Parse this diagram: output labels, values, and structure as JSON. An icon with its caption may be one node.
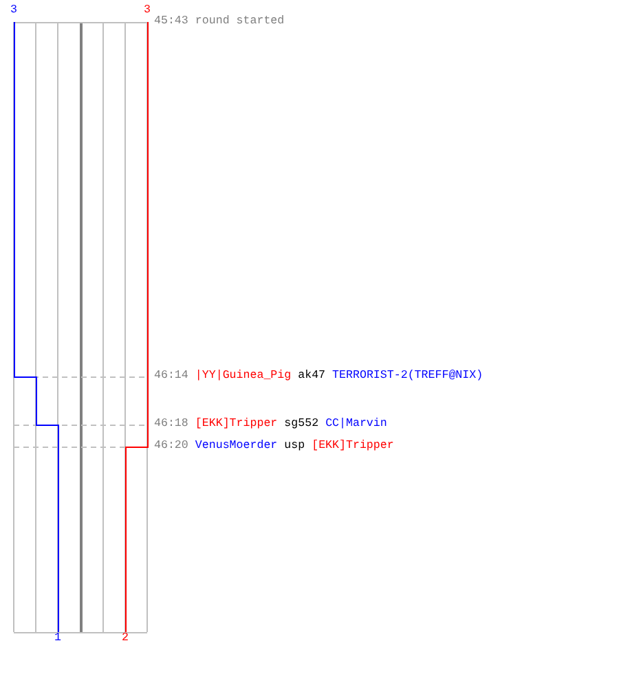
{
  "diagram": {
    "labels": [
      "3",
      "3",
      "45:43",
      "round started",
      "46:14",
      "|YY|Guinea_Pig",
      "ak47",
      "TERRORIST-2(TREFF@NIX)",
      "46:18",
      "[EKK]Tripper",
      "sg552",
      "CC|Marvin",
      "46:20",
      "VenusMoerder",
      "usp",
      "[EKK]Tripper",
      "1",
      "2"
    ]
  }
}
